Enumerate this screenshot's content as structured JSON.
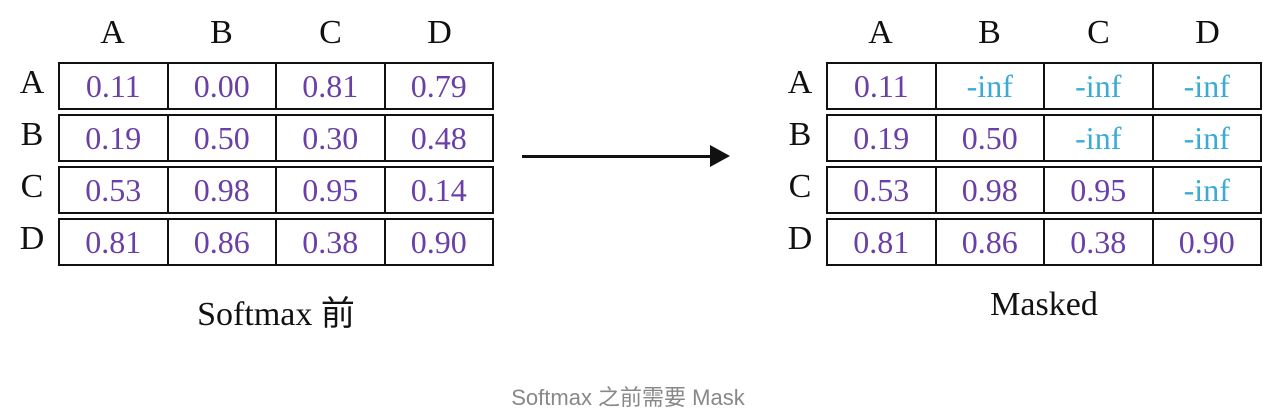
{
  "col_labels": [
    "A",
    "B",
    "C",
    "D"
  ],
  "row_labels": [
    "A",
    "B",
    "C",
    "D"
  ],
  "left": {
    "caption": "Softmax 前",
    "rows": [
      [
        "0.11",
        "0.00",
        "0.81",
        "0.79"
      ],
      [
        "0.19",
        "0.50",
        "0.30",
        "0.48"
      ],
      [
        "0.53",
        "0.98",
        "0.95",
        "0.14"
      ],
      [
        "0.81",
        "0.86",
        "0.38",
        "0.90"
      ]
    ]
  },
  "right": {
    "caption": "Masked",
    "rows": [
      [
        "0.11",
        "-inf",
        "-inf",
        "-inf"
      ],
      [
        "0.19",
        "0.50",
        "-inf",
        "-inf"
      ],
      [
        "0.53",
        "0.98",
        "0.95",
        "-inf"
      ],
      [
        "0.81",
        "0.86",
        "0.38",
        "0.90"
      ]
    ]
  },
  "figure_caption": "Softmax 之前需要 Mask",
  "colors": {
    "value": "#6a3fa8",
    "masked": "#3aaad6"
  }
}
